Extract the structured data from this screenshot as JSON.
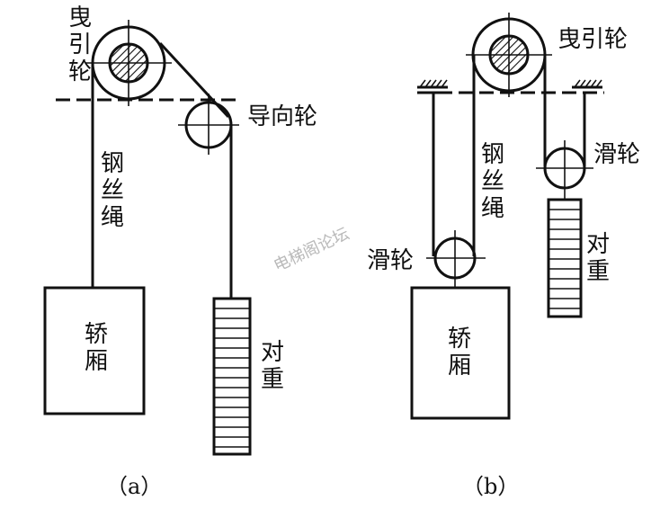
{
  "diagram_a": {
    "traction_wheel": "曳\n引\n轮",
    "guide_wheel": "导向轮",
    "rope": "钢\n丝\n绳",
    "car": "轿\n厢",
    "counterweight": "对\n重",
    "caption": "（a）"
  },
  "diagram_b": {
    "traction_wheel": "曳引轮",
    "rope": "钢\n丝\n绳",
    "pulley_car": "滑轮",
    "pulley_cw": "滑轮",
    "car": "轿\n厢",
    "counterweight": "对\n重",
    "caption": "（b）"
  },
  "watermark": "电梯阁论坛"
}
